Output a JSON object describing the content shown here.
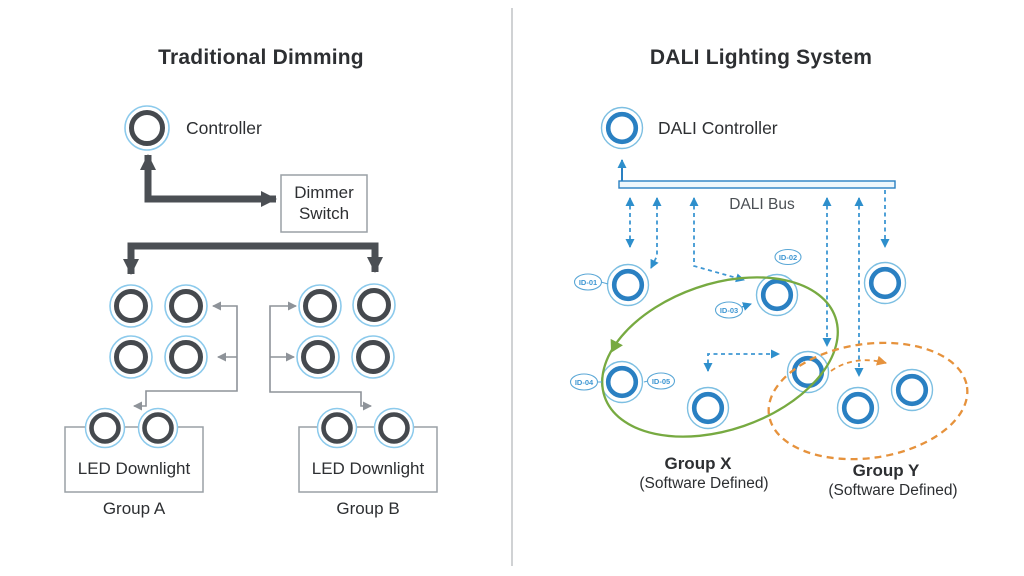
{
  "left_panel": {
    "title": "Traditional Dimming",
    "controller_label": "Controller",
    "dimmer_switch_line1": "Dimmer",
    "dimmer_switch_line2": "Switch",
    "fixture_a_label": "LED Downlight",
    "fixture_b_label": "LED Downlight",
    "group_a_label": "Group A",
    "group_b_label": "Group B"
  },
  "right_panel": {
    "title": "DALI Lighting System",
    "controller_label": "DALI Controller",
    "bus_label": "DALI Bus",
    "device_ids": [
      "ID-01",
      "ID-02",
      "ID-03",
      "ID-04",
      "ID-05"
    ],
    "group_x_name": "Group X",
    "group_x_subtitle": "(Software Defined)",
    "group_y_name": "Group Y",
    "group_y_subtitle": "(Software Defined)"
  },
  "colors": {
    "dark_connector": "#4b4f54",
    "thin_connector": "#8e9399",
    "lamp_ring_dark": "#45494e",
    "lamp_halo_blue": "#8ccaec",
    "dali_blue": "#2a80c2",
    "dashed_blue": "#3e97d3",
    "group_x_green": "#77aa41",
    "group_y_orange": "#e6923c"
  }
}
